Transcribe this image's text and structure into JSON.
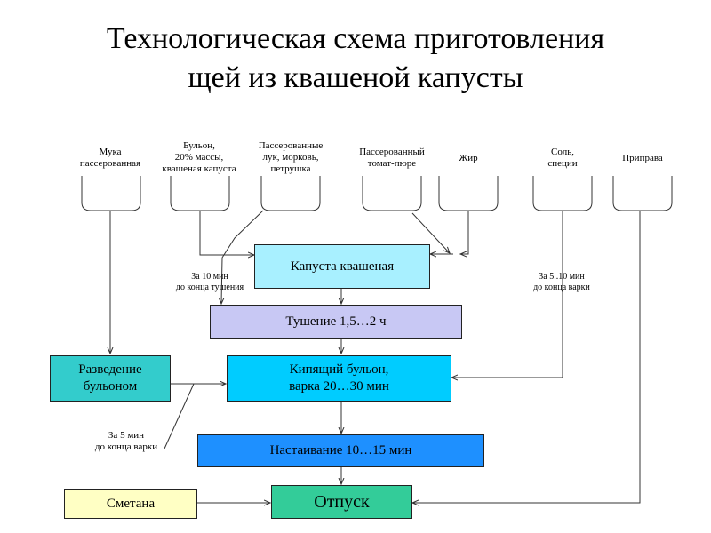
{
  "title": {
    "line1": "Технологическая схема приготовления",
    "line2": "щей из квашеной капусты"
  },
  "ingredients": [
    {
      "line1": "Мука",
      "line2": "пассерованная",
      "line3": ""
    },
    {
      "line1": "Бульон,",
      "line2": "20% массы,",
      "line3": "квашеная капуста"
    },
    {
      "line1": "Пассерованные",
      "line2": "лук, морковь,",
      "line3": "петрушка"
    },
    {
      "line1": "Пассерованный",
      "line2": "томат-пюре",
      "line3": ""
    },
    {
      "line1": "Жир",
      "line2": "",
      "line3": ""
    },
    {
      "line1": "Соль,",
      "line2": "специи",
      "line3": ""
    },
    {
      "line1": "Приправа",
      "line2": "",
      "line3": ""
    }
  ],
  "steps": {
    "cabbage": "Капуста квашеная",
    "stewing": "Тушение 1,5…2 ч",
    "boiling_line1": "Кипящий бульон,",
    "boiling_line2": "варка 20…30 мин",
    "infusion": "Настаивание 10…15 мин",
    "dilution_line1": "Разведение",
    "dilution_line2": "бульоном",
    "sour_cream": "Сметана",
    "serving": "Отпуск"
  },
  "notes": {
    "stew_line1": "За 10 мин",
    "stew_line2": "до конца тушения",
    "salt_line1": "За 5..10 мин",
    "salt_line2": "до конца варки",
    "flour_line1": "За 5 мин",
    "flour_line2": "до конца варки"
  },
  "colors": {
    "cabbage": "#a8f0ff",
    "stewing": "#c8c8f4",
    "boiling": "#00ccff",
    "infusion": "#1e90ff",
    "dilution": "#33cccc",
    "sour_cream": "#ffffc4",
    "serving": "#33cc99"
  }
}
